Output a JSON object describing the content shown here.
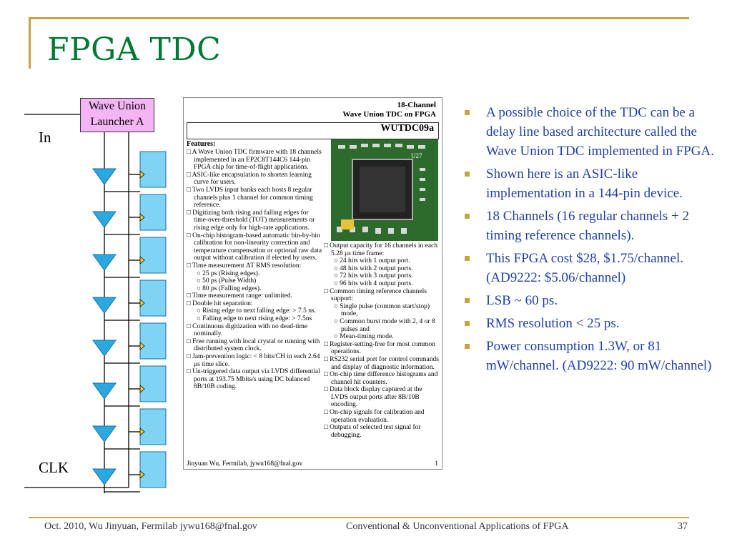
{
  "slide": {
    "title": "FPGA TDC",
    "footer_left": "Oct. 2010, Wu Jinyuan, Fermilab jywu168@fnal.gov",
    "footer_center": "Conventional & Unconventional Applications of  FPGA",
    "slide_number": "37"
  },
  "diagram": {
    "launcher_line1": "Wave Union",
    "launcher_line2": "Launcher A",
    "in_label": "In",
    "clk_label": "CLK",
    "stage_count": 8
  },
  "datasheet": {
    "header_line1": "18-Channel",
    "header_line2": "Wave Union TDC on FPGA",
    "code": "WUTDC09a",
    "features_label": "Features:",
    "col1_items": [
      {
        "level": 1,
        "text": "A Wave Union TDC firmware with 18 channels implemented in an EP2C8T144C6 144-pin FPGA chip for time-of-flight applications."
      },
      {
        "level": 1,
        "text": "ASIC-like encapsulation to shorten learning curve for users."
      },
      {
        "level": 1,
        "text": "Two LVDS input banks each hosts 8 regular channels plus 1 channel for common timing reference."
      },
      {
        "level": 1,
        "text": "Digitizing both rising and falling edges for time-over-threshold (TOT) measurements or rising edge only for high-rate applications."
      },
      {
        "level": 1,
        "text": "On-chip histogram-based automatic bin-by-bin calibration for non-linearity correction and temperature compensation or optional raw data output without calibration if elected by users."
      },
      {
        "level": 1,
        "text": "Time measurement ΔT RMS resolution:"
      },
      {
        "level": 2,
        "text": "25 ps (Rising edges)."
      },
      {
        "level": 2,
        "text": "50 ps (Pulse Width)"
      },
      {
        "level": 2,
        "text": "80 ps (Falling edges)."
      },
      {
        "level": 1,
        "text": "Time measurement range: unlimited."
      },
      {
        "level": 1,
        "text": "Double hit separation:"
      },
      {
        "level": 2,
        "text": "Rising edge to next falling edge: > 7.5 ns."
      },
      {
        "level": 2,
        "text": "Falling edge to next rising edge: > 7.5ns"
      },
      {
        "level": 1,
        "text": "Continuous digitization with no dead-time nominally."
      },
      {
        "level": 1,
        "text": "Free running with local crystal or running with distributed system clock."
      },
      {
        "level": 1,
        "text": "Jam-prevention logic: < 8 hits/CH in each 2.64 μs time slice."
      },
      {
        "level": 1,
        "text": "Un-triggered data output via LVDS differential ports at 193.75 Mbits/s using DC balanced 8B/10B coding."
      }
    ],
    "col2_items": [
      {
        "level": 1,
        "text": "Output capacity for 16 channels in each 5.28 μs time frame:"
      },
      {
        "level": 2,
        "text": "24 hits with 1 output port."
      },
      {
        "level": 2,
        "text": "48 hits with 2 output ports."
      },
      {
        "level": 2,
        "text": "72 hits with 3 output ports."
      },
      {
        "level": 2,
        "text": "96 hits with 4 output ports."
      },
      {
        "level": 1,
        "text": "Common timing reference channels support:"
      },
      {
        "level": 2,
        "text": "Single pulse (common start/stop) mode,"
      },
      {
        "level": 2,
        "text": "Common burst mode with 2, 4 or 8 pulses and"
      },
      {
        "level": 2,
        "text": "Mean-timing mode."
      },
      {
        "level": 1,
        "text": "Register-setting-free for most common operations."
      },
      {
        "level": 1,
        "text": "RS232 serial port for control commands and display of diagnostic information."
      },
      {
        "level": 1,
        "text": "On-chip time difference histograms and channel hit counters."
      },
      {
        "level": 1,
        "text": " Data block display captured at the LVDS output ports after 8B/10B encoding."
      },
      {
        "level": 1,
        "text": "On-chip signals for calibration and operation evaluation."
      },
      {
        "level": 1,
        "text": "Outputs of selected test signal for debugging."
      }
    ],
    "chip_label": "U27",
    "footer_author": "Jinyuan Wu, Fermilab, jywu168@fnal.gov",
    "page": "1"
  },
  "bullets": [
    "A possible choice of the TDC can be a delay line based architecture called the Wave Union TDC implemented in FPGA.",
    "Shown here is an ASIC-like implementation in a 144-pin device.",
    "18 Channels (16 regular channels + 2 timing reference channels).",
    "This FPGA cost $28, $1.75/channel. (AD9222: $5.06/channel)",
    "LSB ~ 60 ps.",
    "RMS resolution < 25 ps.",
    "Power consumption 1.3W, or 81 mW/channel. (AD9222: 90 mW/channel)"
  ],
  "colors": {
    "title": "#007a33",
    "accent_rule": "#c8a440",
    "bullet_text": "#1f3fa8",
    "launcher_fill": "#f3b5f3",
    "buffer_fill": "#2aa8e0",
    "flipflop_fill": "#7fd4f6"
  }
}
